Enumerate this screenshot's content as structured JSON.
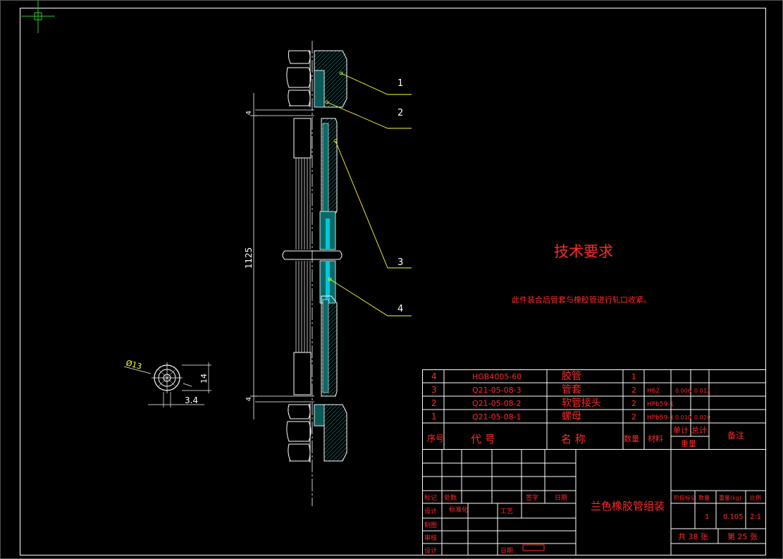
{
  "colors": {
    "background": "#000000",
    "frame": "#ffffff",
    "text_red": "#ff2a2a",
    "leader_yellow": "#ffff33",
    "hatch_teal": "#1a8a8a",
    "fill_cyan": "#00c8d8",
    "cursor_green": "#2bd12b"
  },
  "drawing": {
    "balloons": [
      "1",
      "2",
      "3",
      "4"
    ],
    "dims": {
      "length": "1125",
      "top_gap": "4",
      "bottom_gap": "4",
      "diameter": "Ø13",
      "height": "14",
      "width": "3.4"
    }
  },
  "tech_requirements": {
    "title": "技术要求",
    "text": "此件装合后管套与橡胶管进行轧口收紧。"
  },
  "bom": {
    "rows": [
      {
        "no": "4",
        "code": "HGB4005-60",
        "name": "胶管",
        "qty": "1",
        "material": "",
        "unit_w": "",
        "total_w": ""
      },
      {
        "no": "3",
        "code": "Q21-05-08-3",
        "name": "管套",
        "qty": "2",
        "material": "H62",
        "unit_w": "0.006",
        "total_w": "0.012"
      },
      {
        "no": "2",
        "code": "Q21-05-08-2",
        "name": "软管接头",
        "qty": "2",
        "material": "HPb59-1",
        "unit_w": "",
        "total_w": ""
      },
      {
        "no": "1",
        "code": "Q21-05-08-1",
        "name": "螺母",
        "qty": "2",
        "material": "HPb59-1",
        "unit_w": "0.010",
        "total_w": "0.020"
      }
    ],
    "header": {
      "no": "序号",
      "code": "代  号",
      "name": "名  称",
      "qty": "数量",
      "material": "材料",
      "unit": "单计",
      "total": "总计",
      "weight": "重量",
      "remark": "备注"
    }
  },
  "title_block": {
    "title": "兰色橡胶管组装",
    "labels": {
      "mark": "标记",
      "zone": "处数",
      "sign": "签字",
      "date": "日期",
      "design": "设计",
      "std": "标准化",
      "draw": "制图",
      "check": "审核",
      "proc": "工艺",
      "approve": "日期"
    },
    "meta_head": {
      "stage": "阶段标记",
      "qty": "数量",
      "weight": "重量(kg)",
      "scale": "比例"
    },
    "meta_val": {
      "qty": "1",
      "weight": "0.105",
      "scale": "2:1"
    },
    "sheets": {
      "total": "共 38 张",
      "current": "第 25 张"
    }
  }
}
